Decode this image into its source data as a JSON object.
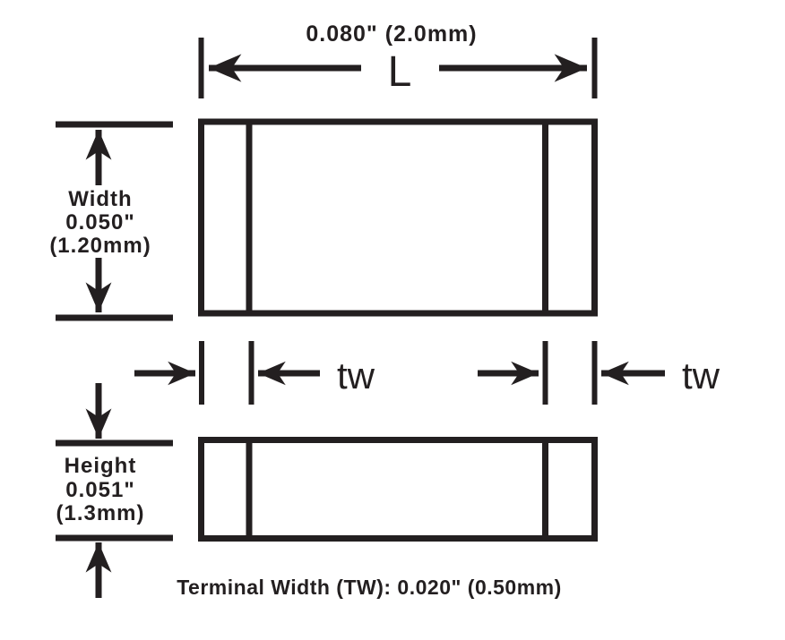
{
  "diagram": {
    "description": "Chip component package dimension drawing (top view and side view)",
    "length": {
      "value": "0.080\" (2.0mm)",
      "symbol": "L"
    },
    "width": {
      "label": "Width",
      "inches": "0.050\"",
      "millimeters": "(1.20mm)"
    },
    "height": {
      "label": "Height",
      "inches": "0.051\"",
      "millimeters": "(1.3mm)"
    },
    "terminal": {
      "symbol": "tw",
      "note": "Terminal Width (TW): 0.020\" (0.50mm)"
    },
    "colors": {
      "ink": "#231f20",
      "background": "#ffffff"
    }
  }
}
